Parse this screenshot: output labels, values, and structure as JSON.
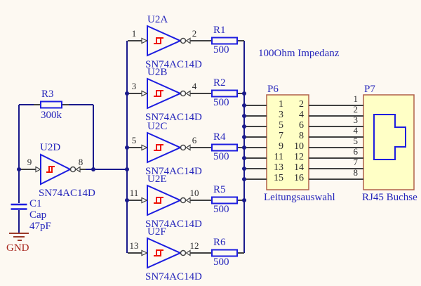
{
  "palette": {
    "background": "#fdf9f2",
    "wire_navy": "#1a1a8c",
    "component_blue": "#1d1de0",
    "label_blue": "#2525bb",
    "pin_dark": "#404040",
    "schmitt_red": "#ee1100",
    "ground_red": "#a8281e",
    "connector_fill": "#ffffc6",
    "connector_border": "#b06048"
  },
  "note": {
    "impedance": "100Ohm Impedanz"
  },
  "oscillator": {
    "gate": {
      "name": "U2D",
      "part": "SN74AC14D",
      "input_pin": "9",
      "output_pin": "8"
    },
    "resistor": {
      "name": "R3",
      "value": "300k"
    },
    "capacitor": {
      "name": "C1",
      "type": "Cap",
      "value": "47pF"
    },
    "ground": {
      "label": "GND"
    }
  },
  "buffers": [
    {
      "name": "U2A",
      "part": "SN74AC14D",
      "input_pin": "1",
      "output_pin": "2",
      "resistor": {
        "name": "R1",
        "value": "500"
      }
    },
    {
      "name": "U2B",
      "part": "SN74AC14D",
      "input_pin": "3",
      "output_pin": "4",
      "resistor": {
        "name": "R2",
        "value": "500"
      }
    },
    {
      "name": "U2C",
      "part": "SN74AC14D",
      "input_pin": "5",
      "output_pin": "6",
      "resistor": {
        "name": "R4",
        "value": "500"
      }
    },
    {
      "name": "U2E",
      "part": "SN74AC14D",
      "input_pin": "11",
      "output_pin": "10",
      "resistor": {
        "name": "R5",
        "value": "500"
      }
    },
    {
      "name": "U2F",
      "part": "SN74AC14D",
      "input_pin": "13",
      "output_pin": "12",
      "resistor": {
        "name": "R6",
        "value": "500"
      }
    }
  ],
  "connectors": {
    "p6": {
      "name": "P6",
      "label": "Leitungsauswahl",
      "left_pins": [
        "1",
        "3",
        "5",
        "7",
        "9",
        "11",
        "13",
        "15"
      ],
      "right_pins": [
        "2",
        "4",
        "6",
        "8",
        "10",
        "12",
        "14",
        "16"
      ]
    },
    "p7": {
      "name": "P7",
      "label": "RJ45 Buchse",
      "pins": [
        "1",
        "2",
        "3",
        "4",
        "5",
        "6",
        "7",
        "8"
      ]
    }
  }
}
